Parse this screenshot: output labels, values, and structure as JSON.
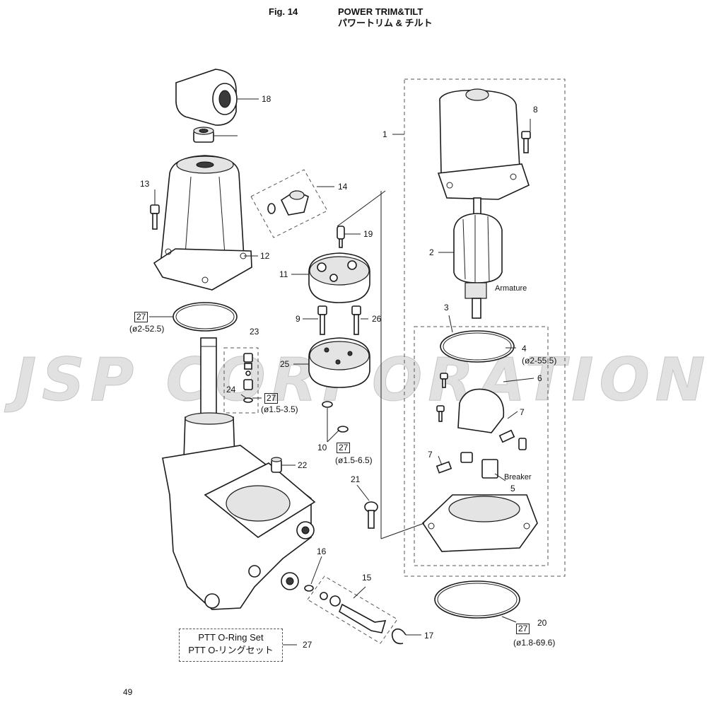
{
  "header": {
    "fig": "Fig. 14",
    "title_en": "POWER TRIM&TILT",
    "title_jp": "パワートリム & チルト"
  },
  "watermark": "JSP CORPORATION",
  "parts": {
    "p1": "1",
    "p2": "2",
    "p3": "3",
    "p4": "4",
    "p5": "5",
    "p6": "6",
    "p7a": "7",
    "p7b": "7",
    "p8": "8",
    "p9": "9",
    "p10": "10",
    "p11": "11",
    "p12": "12",
    "p13": "13",
    "p14": "14",
    "p15": "15",
    "p16": "16",
    "p17": "17",
    "p18": "18",
    "p19": "19",
    "p20": "20",
    "p21": "21",
    "p22": "22",
    "p23": "23",
    "p24": "24",
    "p25": "25",
    "p26": "26",
    "p27_note": "27"
  },
  "boxed_refs": {
    "ref_a": "27",
    "ref_b": "27",
    "ref_c": "27",
    "ref_d": "27"
  },
  "sizes": {
    "s_a": "(ø2-52.5)",
    "s_b": "(ø1.5-3.5)",
    "s_c": "(ø1.5-6.5)",
    "s_d": "(ø2-55.5)",
    "s_e": "(ø1.8-69.6)"
  },
  "captions": {
    "armature": "Armature",
    "breaker": "Breaker"
  },
  "note": {
    "line1": "PTT O-Ring Set",
    "line2": "PTT O-リングセット"
  },
  "page_number": "49"
}
